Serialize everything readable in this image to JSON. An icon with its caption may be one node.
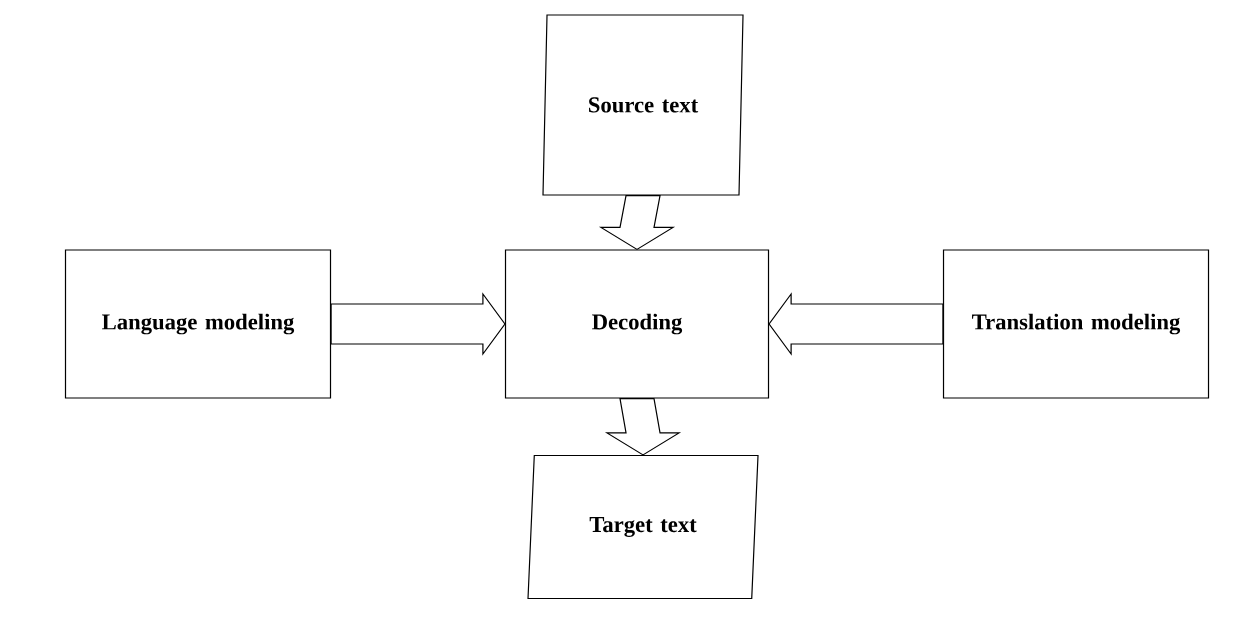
{
  "diagram": {
    "nodes": [
      {
        "text": [
          "Source text"
        ]
      },
      {
        "text": [
          "Language modeling"
        ]
      },
      {
        "text": [
          "Decoding"
        ]
      },
      {
        "text": [
          "Translation modeling"
        ]
      },
      {
        "text": [
          "Target text"
        ]
      }
    ],
    "edges": [
      {
        "from": 0,
        "to": 2,
        "arrow": "to"
      },
      {
        "from": 1,
        "to": 2,
        "arrow": "to"
      },
      {
        "from": 3,
        "to": 2,
        "arrow": "to"
      },
      {
        "from": 2,
        "to": 4,
        "arrow": "to"
      }
    ]
  }
}
